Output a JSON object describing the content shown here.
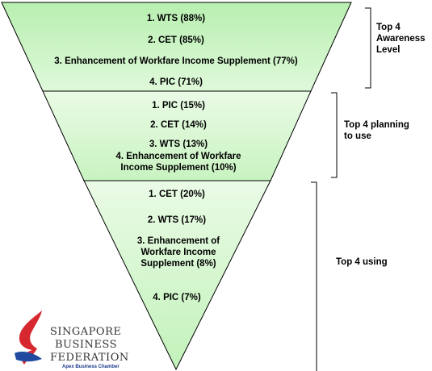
{
  "sections": [
    {
      "label": "Top 4 Awareness Level",
      "label_lines": [
        "Top 4",
        "Awareness",
        "Level"
      ],
      "items": [
        "1. WTS (88%)",
        "2. CET (85%)",
        "3. Enhancement of Workfare Income Supplement  (77%)",
        "4. PIC (71%)"
      ]
    },
    {
      "label": "Top 4 planning to use",
      "label_lines": [
        "Top 4 planning",
        "to use"
      ],
      "items": [
        "1. PIC (15%)",
        "2. CET (14%)",
        "3. WTS (13%)",
        "4. Enhancement of Workfare Income Supplement  (10%)"
      ],
      "item4_lines": [
        "4. Enhancement of Workfare",
        "Income Supplement  (10%)"
      ]
    },
    {
      "label": "Top 4 using",
      "label_lines": [
        "Top 4 using"
      ],
      "items": [
        "1. CET (20%)",
        "2. WTS (17%)",
        "3. Enhancement of Workfare Income Supplement (8%)",
        "4. PIC (7%)"
      ],
      "item3_lines": [
        "3. Enhancement of",
        "Workfare Income",
        "Supplement (8%)"
      ]
    }
  ],
  "logo": {
    "lines": [
      "SINGAPORE",
      "BUSINESS",
      "FEDERATION"
    ],
    "tagline": "Apex Business Chamber"
  },
  "colors": {
    "funnel_top": "#e6fbe3",
    "funnel_bottom": "#b9f0b1",
    "outline": "#000000",
    "logo_red": "#d6282e",
    "logo_blue": "#1f4aa0"
  }
}
